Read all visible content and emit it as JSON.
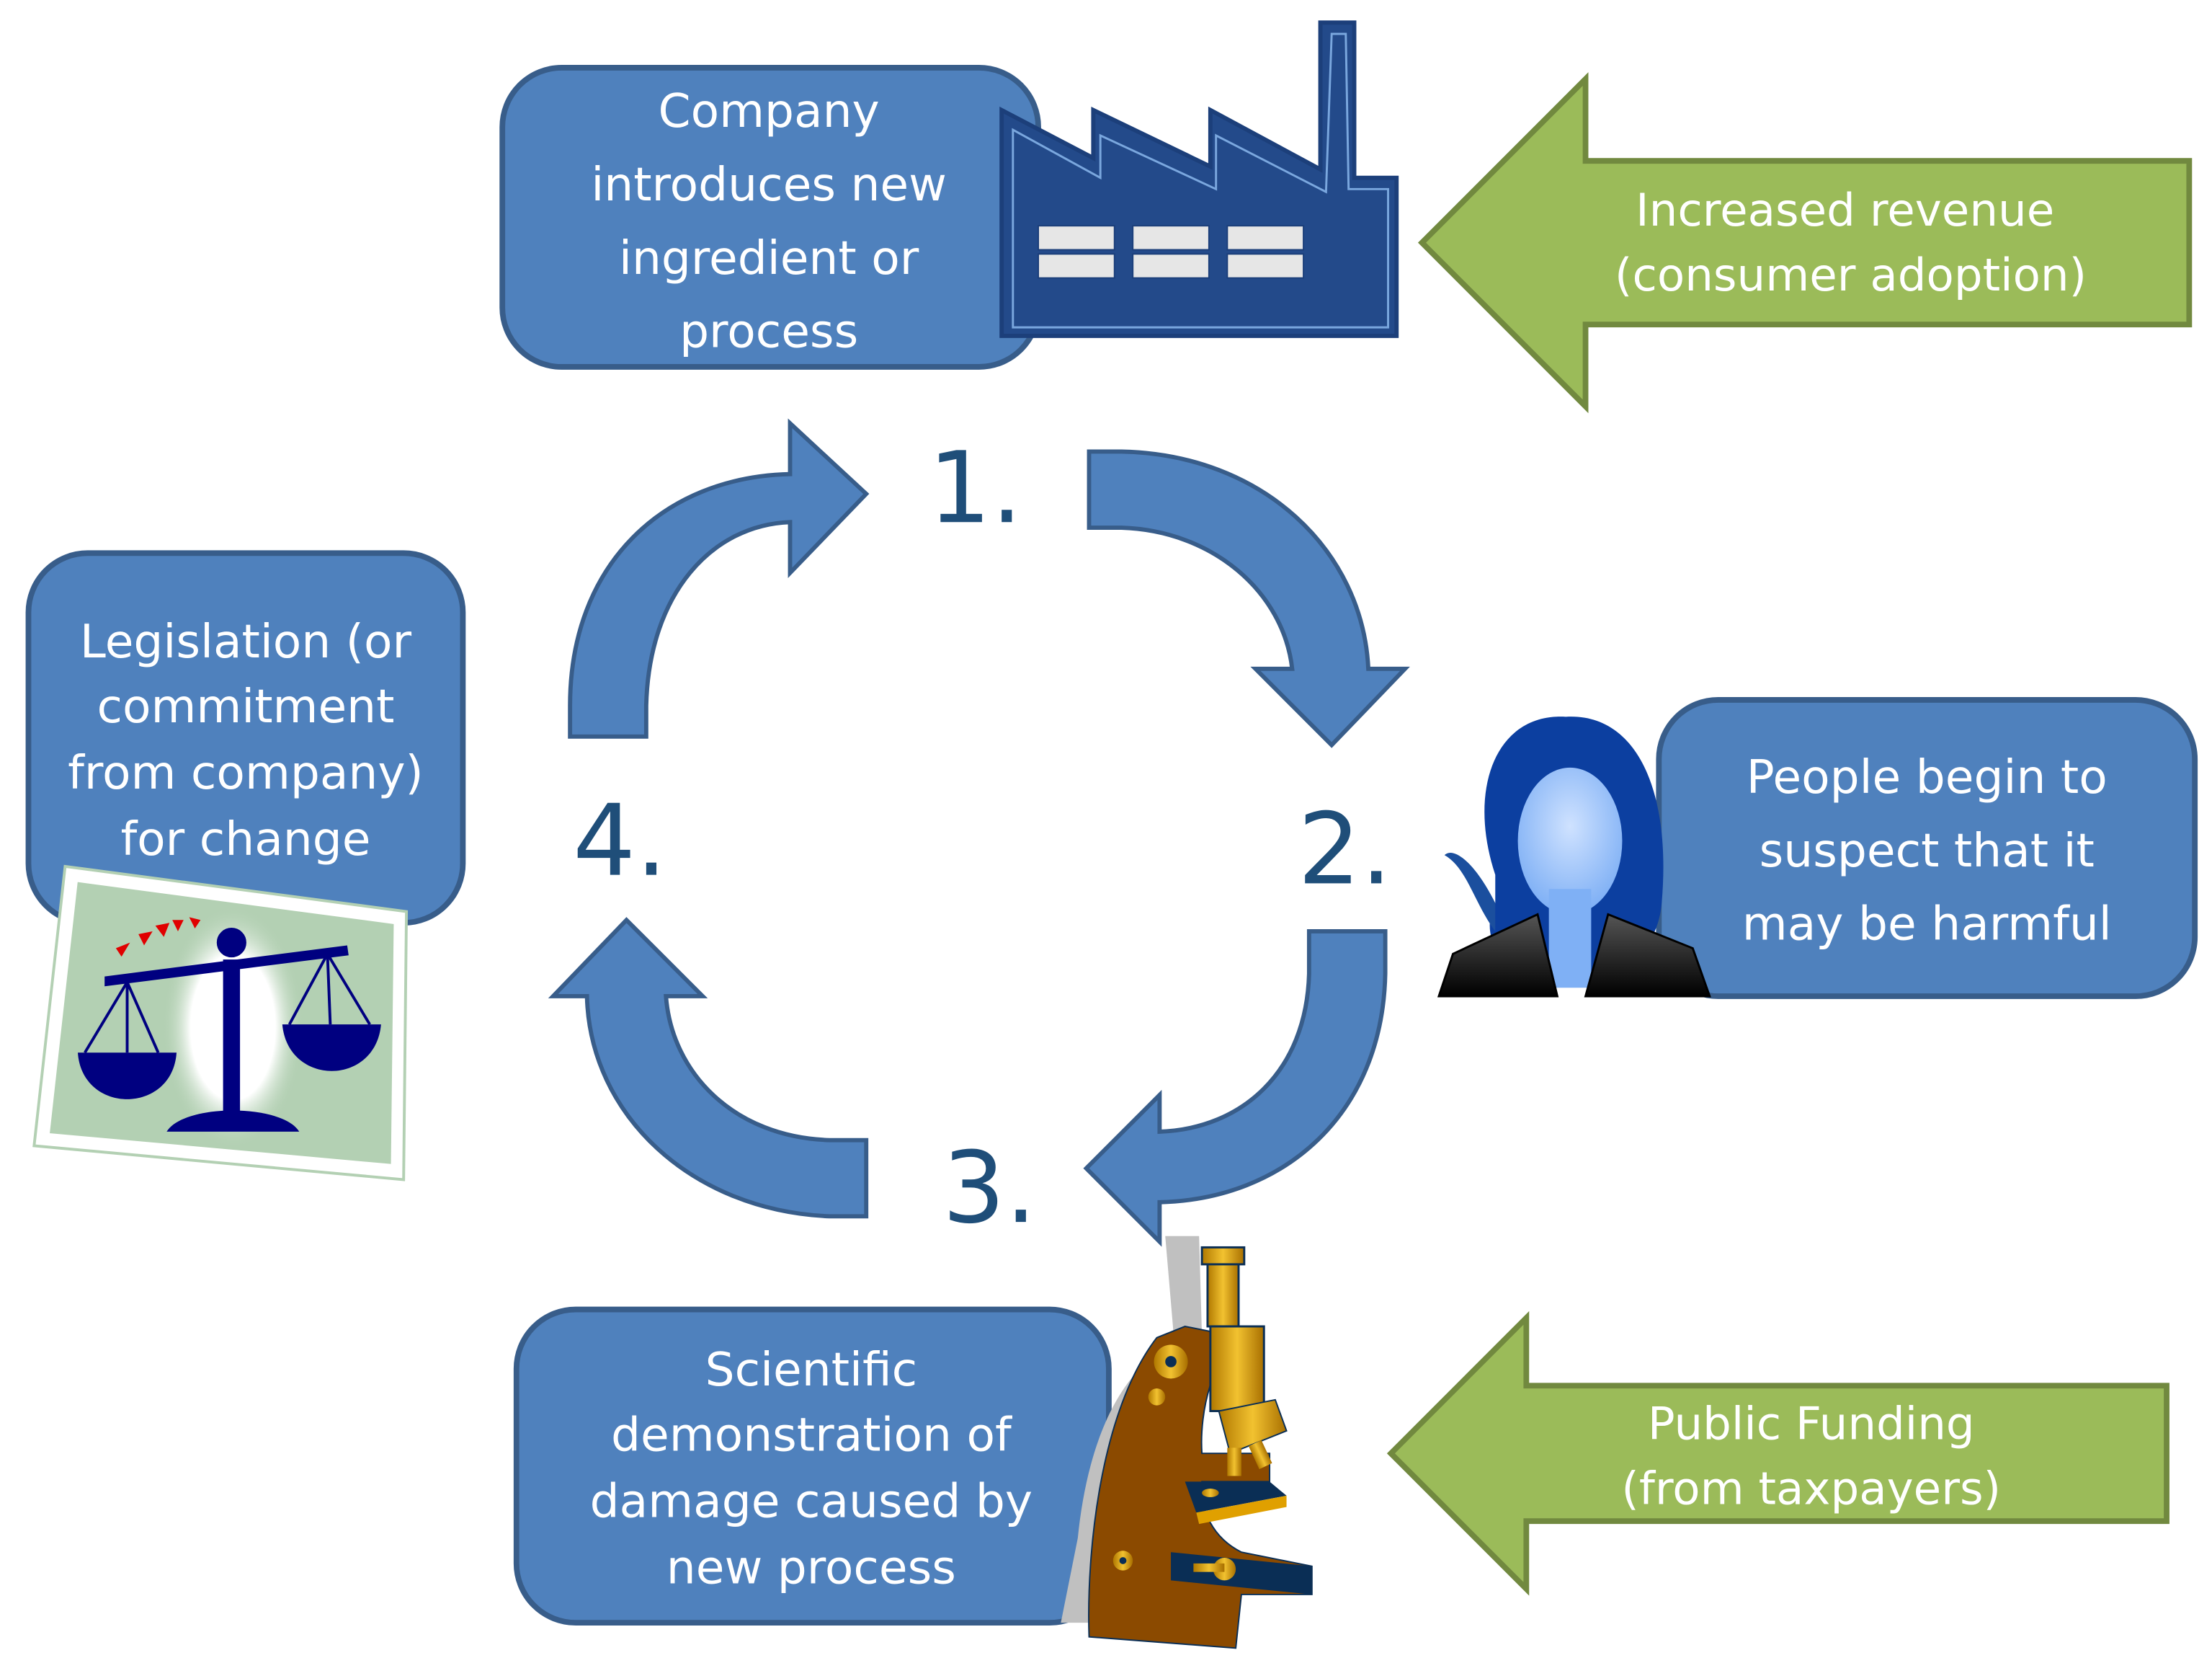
{
  "diagram": {
    "title": "Cycle of harmful ingredient regulation",
    "colors": {
      "box_fill": "#4f81bd",
      "box_stroke": "#385d8a",
      "arrow_fill": "#4f81bd",
      "green_fill": "#9bbb59",
      "green_stroke": "#71893f",
      "number_color": "#1f4e79",
      "factory_fill": "#234a8a"
    },
    "steps": [
      {
        "number": "1.",
        "lines": [
          "Company",
          "introduces new",
          "ingredient or",
          "process"
        ],
        "icon": "factory-icon"
      },
      {
        "number": "2.",
        "lines": [
          "People begin to",
          "suspect that it",
          "may be harmful"
        ],
        "icon": "woman-icon"
      },
      {
        "number": "3.",
        "lines": [
          "Scientific",
          "demonstration of",
          "damage caused by",
          "new process"
        ],
        "icon": "microscope-icon"
      },
      {
        "number": "4.",
        "lines": [
          "Legislation (or",
          "commitment",
          "from company)",
          "for change"
        ],
        "icon": "scales-of-justice-icon"
      }
    ],
    "inputs": [
      {
        "lines": [
          "Increased revenue",
          "(consumer adoption)"
        ],
        "target_step": "1."
      },
      {
        "lines": [
          "Public Funding",
          "(from taxpayers)"
        ],
        "target_step": "3."
      }
    ]
  }
}
